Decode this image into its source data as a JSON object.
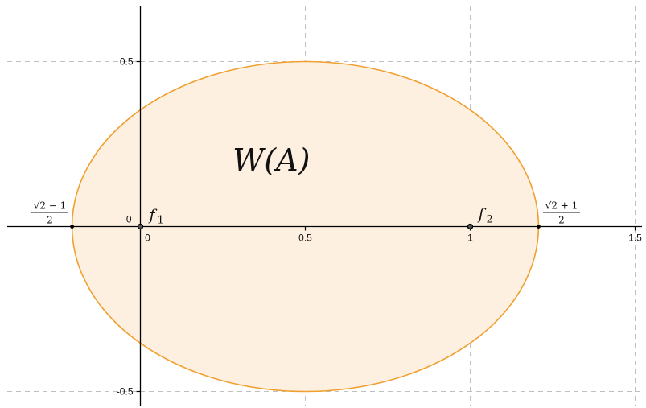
{
  "figure": {
    "region_label": "W(A)",
    "focus_1": {
      "label": "f",
      "subscript": "1",
      "x": 0,
      "y": 0
    },
    "focus_2": {
      "label": "f",
      "subscript": "2",
      "x": 1,
      "y": 0
    },
    "left_vertex": {
      "numerator": "√2 − 1",
      "denominator": "2",
      "x": -0.2071,
      "y": 0
    },
    "right_vertex": {
      "numerator": "√2 + 1",
      "denominator": "2",
      "x": 1.2071,
      "y": 0
    },
    "origin_label": "0"
  },
  "axes": {
    "x_ticks": [
      {
        "value": 0,
        "label": "0"
      },
      {
        "value": 0.5,
        "label": "0.5"
      },
      {
        "value": 1,
        "label": "1"
      },
      {
        "value": 1.5,
        "label": "1.5"
      }
    ],
    "y_ticks": [
      {
        "value": 0.5,
        "label": "0.5"
      },
      {
        "value": -0.5,
        "label": "-0.5"
      }
    ],
    "x_range": [
      -0.42,
      1.52
    ],
    "y_range": [
      -0.555,
      0.66
    ],
    "grid": true
  },
  "ellipse": {
    "center_x": 0.5,
    "center_y": 0,
    "semi_major": 0.7071,
    "semi_minor": 0.5
  },
  "colors": {
    "ellipse_stroke": "#f0a030",
    "ellipse_fill": "#fdf0e1",
    "grid": "#bfbfbf",
    "axis": "#000000"
  }
}
